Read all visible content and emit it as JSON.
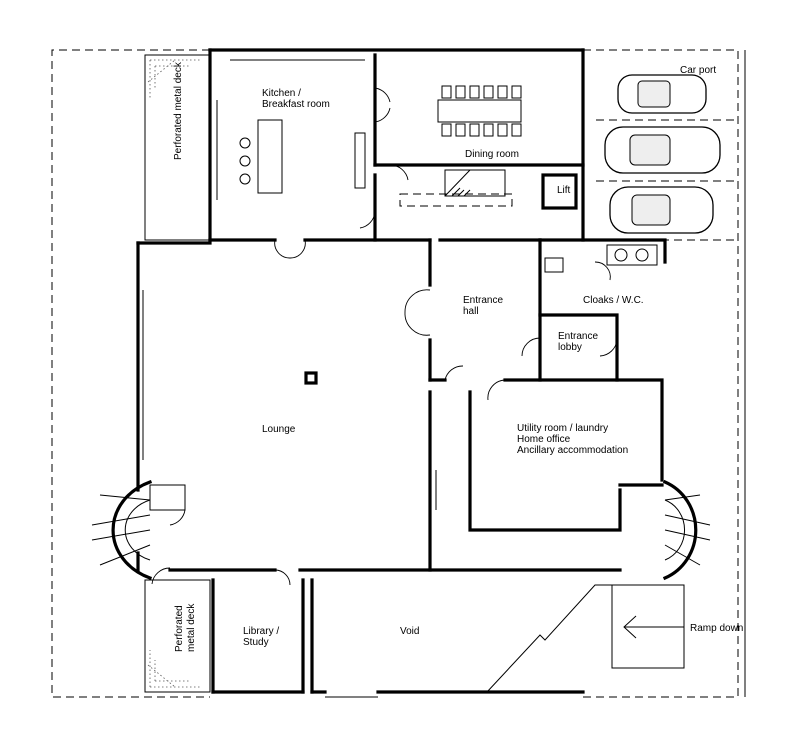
{
  "rooms": {
    "kitchen": {
      "line1": "Kitchen /",
      "line2": "Breakfast room"
    },
    "dining": "Dining room",
    "car_port": "Car port",
    "lift": "Lift",
    "entrance_hall": {
      "line1": "Entrance",
      "line2": "hall"
    },
    "cloaks": "Cloaks / W.C.",
    "entrance_lobby": {
      "line1": "Entrance",
      "line2": "lobby"
    },
    "lounge": "Lounge",
    "utility": {
      "line1": "Utility room / laundry",
      "line2": "Home office",
      "line3": "Ancillary accommodation"
    },
    "library": {
      "line1": "Library /",
      "line2": "Study"
    },
    "void": "Void",
    "ramp": "Ramp down"
  },
  "decks": {
    "top": "Perforated metal deck",
    "bottom": {
      "line1": "Perforated",
      "line2": "metal deck"
    }
  }
}
